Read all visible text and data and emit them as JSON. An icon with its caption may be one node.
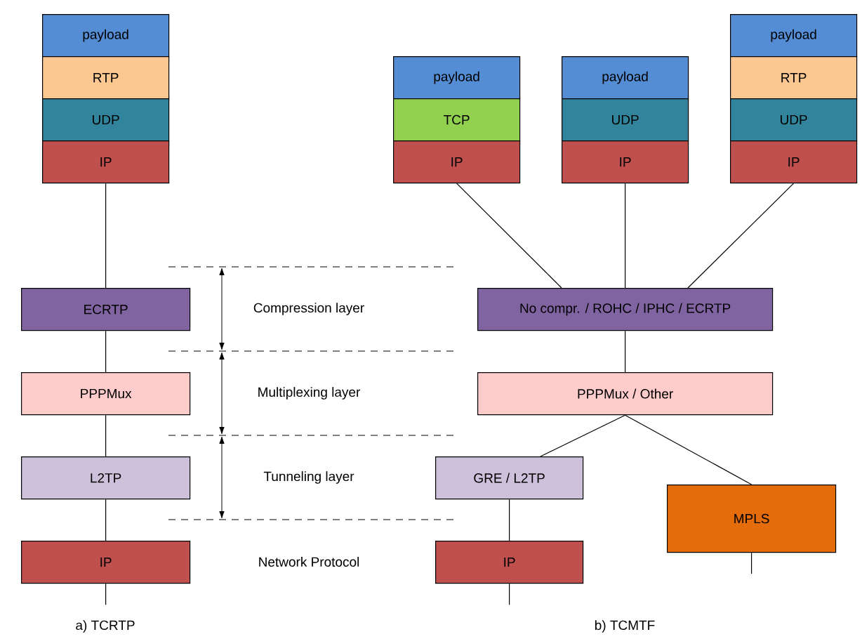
{
  "diagram": {
    "nodes": [
      {
        "text": [
          "payload"
        ]
      },
      {
        "text": [
          "RTP"
        ]
      },
      {
        "text": [
          "UDP"
        ]
      },
      {
        "text": [
          "IP"
        ]
      },
      {
        "text": [
          "payload"
        ]
      },
      {
        "text": [
          "TCP"
        ]
      },
      {
        "text": [
          "IP"
        ]
      },
      {
        "text": [
          "payload"
        ]
      },
      {
        "text": [
          "UDP"
        ]
      },
      {
        "text": [
          "IP"
        ]
      },
      {
        "text": [
          "payload"
        ]
      },
      {
        "text": [
          "RTP"
        ]
      },
      {
        "text": [
          "UDP"
        ]
      },
      {
        "text": [
          "IP"
        ]
      },
      {
        "text": [
          "ECRTP"
        ]
      },
      {
        "text": [
          "No compr. / ROHC / IPHC / ECRTP"
        ]
      },
      {
        "text": [
          "PPPMux"
        ]
      },
      {
        "text": [
          "PPPMux / Other"
        ]
      },
      {
        "text": [
          "L2TP"
        ]
      },
      {
        "text": [
          "GRE / L2TP"
        ]
      },
      {
        "text": [
          "MPLS"
        ]
      },
      {
        "text": [
          "IP"
        ]
      },
      {
        "text": [
          "IP"
        ]
      }
    ],
    "edges": [
      {
        "from": 3,
        "to": 14,
        "arrow": "none"
      },
      {
        "from": 6,
        "to": 15,
        "arrow": "none"
      },
      {
        "from": 9,
        "to": 15,
        "arrow": "none"
      },
      {
        "from": 13,
        "to": 15,
        "arrow": "none"
      },
      {
        "from": 14,
        "to": 16,
        "arrow": "none"
      },
      {
        "from": 15,
        "to": 17,
        "arrow": "none"
      },
      {
        "from": 16,
        "to": 18,
        "arrow": "none"
      },
      {
        "from": 17,
        "to": 19,
        "arrow": "none"
      },
      {
        "from": 17,
        "to": 20,
        "arrow": "none"
      },
      {
        "from": 18,
        "to": 21,
        "arrow": "none"
      },
      {
        "from": 19,
        "to": 22,
        "arrow": "none"
      },
      {
        "from": 21,
        "to": null,
        "arrow": "none"
      },
      {
        "from": 22,
        "to": null,
        "arrow": "none"
      },
      {
        "from": 20,
        "to": null,
        "arrow": "none"
      }
    ],
    "labels": [
      "Compression layer",
      "Multiplexing layer",
      "Tunneling layer",
      "Network Protocol",
      "a) TCRTP",
      "b) TCMTF"
    ]
  }
}
